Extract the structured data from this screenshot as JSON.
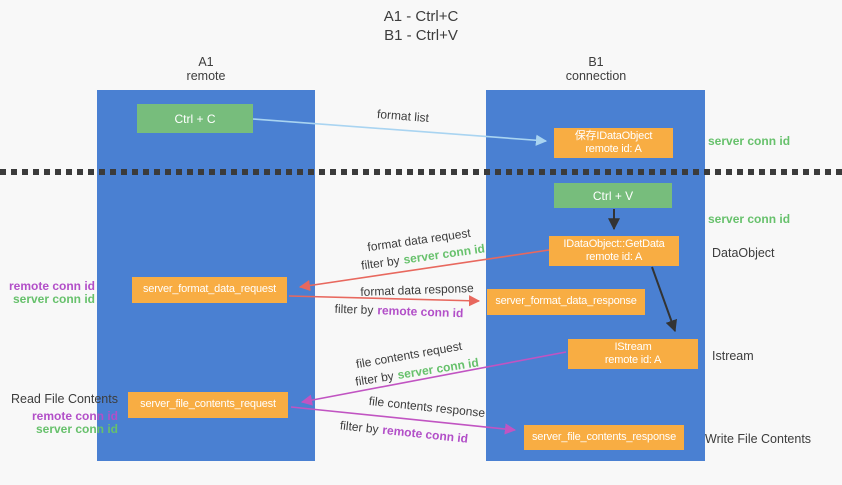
{
  "title": {
    "line1": "A1 - Ctrl+C",
    "line2": "B1 - Ctrl+V"
  },
  "lanes": {
    "left": {
      "title": "A1",
      "subtitle": "remote"
    },
    "right": {
      "title": "B1",
      "subtitle": "connection"
    }
  },
  "boxes": {
    "ctrl_c": {
      "label": "Ctrl + C"
    },
    "save_dataobject": {
      "line1": "保存IDataObject",
      "line2": "remote id: A"
    },
    "ctrl_v": {
      "label": "Ctrl + V"
    },
    "getdata": {
      "line1": "IDataObject::GetData",
      "line2": "remote id: A"
    },
    "format_request": {
      "label": "server_format_data_request"
    },
    "format_response": {
      "label": "server_format_data_response"
    },
    "istream": {
      "line1": "IStream",
      "line2": "remote id: A"
    },
    "file_request": {
      "label": "server_file_contents_request"
    },
    "file_response": {
      "label": "server_file_contents_response"
    }
  },
  "side_labels": {
    "server_conn_id_top": "server conn id",
    "server_conn_id_mid": "server conn id",
    "dataobject": "DataObject",
    "istream": "Istream",
    "write_file_contents": "Write File Contents",
    "read_file_contents": "Read File Contents",
    "remote_conn_id_format": "remote conn id",
    "server_conn_id_format": "server conn id",
    "remote_conn_id_file": "remote conn id",
    "server_conn_id_file": "server conn id"
  },
  "arrow_labels": {
    "format_list": "format list",
    "format_data_request": "format data request",
    "filter_by_request_1": "filter by",
    "server_conn_id_1": "server conn id",
    "format_data_response": "format data response",
    "filter_by_response_1": "filter by",
    "remote_conn_id_1": "remote conn id",
    "file_contents_request": "file contents request",
    "filter_by_request_2": "filter by",
    "server_conn_id_2": "server conn id",
    "file_contents_response": "file contents response",
    "filter_by_response_2": "filter by",
    "remote_conn_id_2": "remote conn id"
  },
  "colors": {
    "bg": "#f8f8f8",
    "lane_blue": "#4a80d2",
    "box_green": "#77bd7c",
    "box_orange": "#f8ad43",
    "arrow_light_blue": "#a9d4f1",
    "arrow_red": "#e8685e",
    "arrow_magenta": "#c154c2",
    "arrow_black": "#333333",
    "text_green": "#67c16c",
    "text_purple": "#b24fc8",
    "text_dark": "#3c3c3c"
  }
}
